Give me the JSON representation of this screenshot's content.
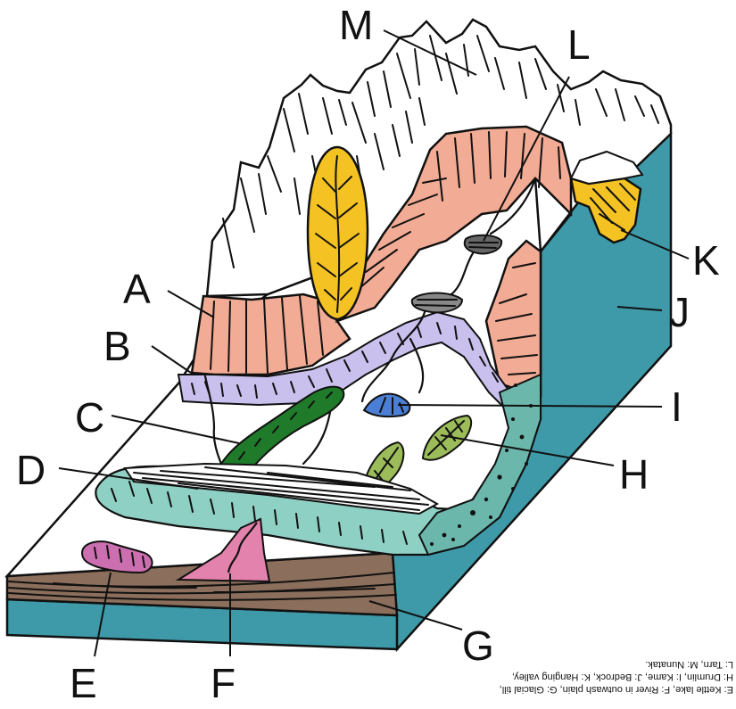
{
  "colors": {
    "bedrock": "#3e9aa8",
    "moraine_orange": "#f2ab94",
    "lateral_purple": "#c9c0ee",
    "esker_green": "#1f7a2a",
    "terminal_teal": "#8fd0c4",
    "kettle_lake": "#cc6fb0",
    "outwash_river": "#e382ac",
    "kame": "#4b7fd6",
    "drumlin": "#9cbc5a",
    "hanging_valley": "#f4c223",
    "medial_yellow": "#f4c223",
    "strata_brown": "#8b6e5b",
    "ice_white": "#ffffff"
  },
  "labels": {
    "A": "A",
    "B": "B",
    "C": "C",
    "D": "D",
    "E": "E",
    "F": "F",
    "G": "G",
    "H": "H",
    "I": "I",
    "J": "J",
    "K": "K",
    "L": "L",
    "M": "M"
  },
  "caption": {
    "line1": "E: Kettle lake, F: River in outwash plain, G: Glacial till,",
    "line2": "H: Drumlin, I: Kame, J: Bedrock, K: Hanging valley,",
    "line3": "L: Tarn, M: Nunatak."
  }
}
